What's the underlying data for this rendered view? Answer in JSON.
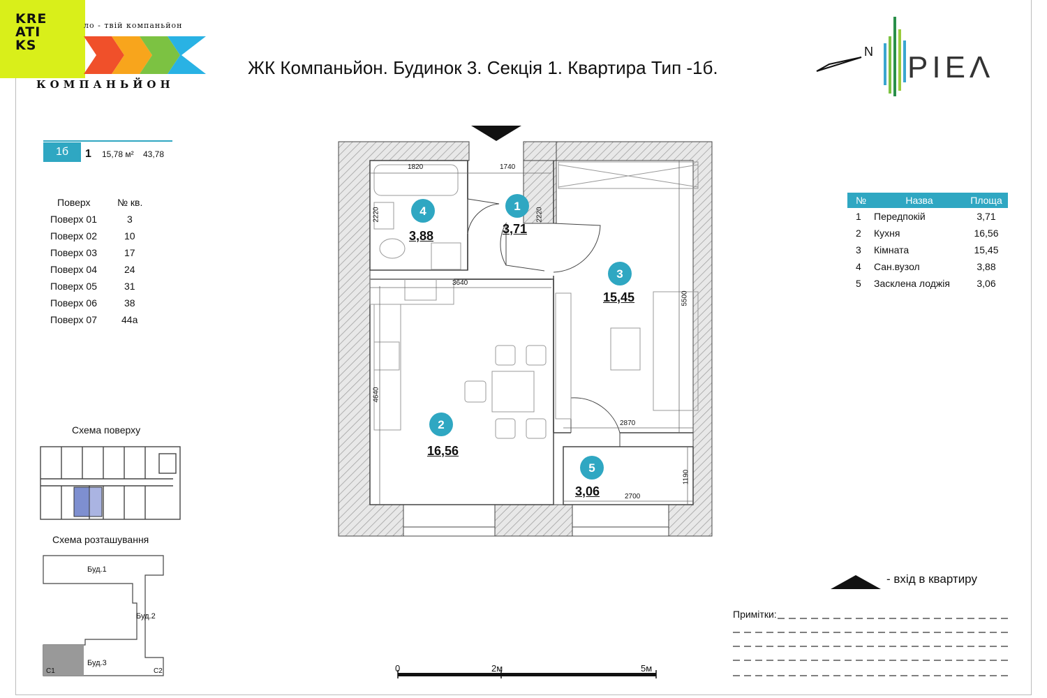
{
  "header": {
    "title": "ЖК Компаньйон. Будинок 3. Секція 1. Квартира Тип -1б.",
    "north_label": "N",
    "developer_logo_text": "KRE\nATI\nKS",
    "complex_tagline": "ло - твій компаньйон",
    "complex_name": "КОМПАНЬЙОН",
    "builder_logo_text": "PIEΛ"
  },
  "apartment_summary": {
    "type": "1б",
    "rooms": "1",
    "living_area": "15,78 м²",
    "total_area": "43,78"
  },
  "floors": {
    "headers": [
      "Поверх",
      "№ кв."
    ],
    "rows": [
      [
        "Поверх 01",
        "3"
      ],
      [
        "Поверх 02",
        "10"
      ],
      [
        "Поверх 03",
        "17"
      ],
      [
        "Поверх 04",
        "24"
      ],
      [
        "Поверх 05",
        "31"
      ],
      [
        "Поверх 06",
        "38"
      ],
      [
        "Поверх 07",
        "44а"
      ]
    ]
  },
  "rooms_table": {
    "headers": [
      "№",
      "Назва",
      "Площа"
    ],
    "rows": [
      [
        "1",
        "Передпокій",
        "3,71"
      ],
      [
        "2",
        "Кухня",
        "16,56"
      ],
      [
        "3",
        "Кімната",
        "15,45"
      ],
      [
        "4",
        "Сан.вузол",
        "3,88"
      ],
      [
        "5",
        "Засклена лоджія",
        "3,06"
      ]
    ]
  },
  "plan": {
    "rooms": [
      {
        "num": "1",
        "area": "3,71"
      },
      {
        "num": "2",
        "area": "16,56"
      },
      {
        "num": "3",
        "area": "15,45"
      },
      {
        "num": "4",
        "area": "3,88"
      },
      {
        "num": "5",
        "area": "3,06"
      }
    ],
    "dimensions": {
      "bath_width": "1820",
      "hall_width": "1740",
      "bath_height": "2220",
      "hall_height": "2220",
      "kitchen_width": "3640",
      "kitchen_height": "4640",
      "room_height": "5500",
      "room_width": "2870",
      "loggia_width": "2700",
      "loggia_height": "1190"
    },
    "accent_color": "#2fa7c2"
  },
  "floor_scheme_label": "Схема поверху",
  "site_scheme": {
    "label": "Схема розташування",
    "building_1": "Буд.1",
    "building_2": "Буд.2",
    "building_3": "Буд.3",
    "c1": "С1",
    "c2": "С2"
  },
  "entry_legend": "-  вхід в квартиру",
  "notes_label": "Примітки:",
  "scale": {
    "start": "0",
    "mid": "2м",
    "end": "5м"
  }
}
